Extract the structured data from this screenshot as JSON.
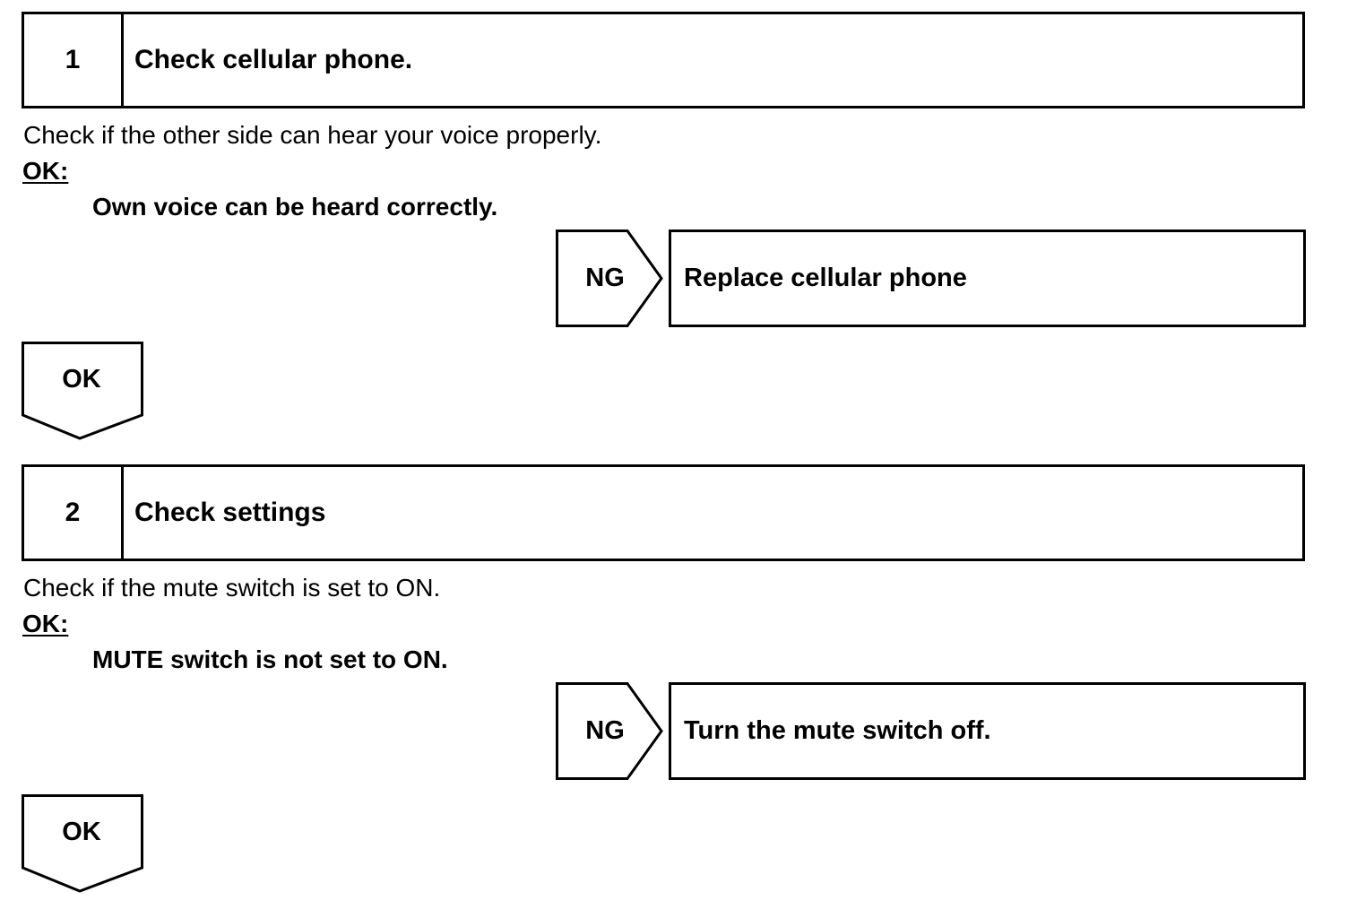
{
  "steps": [
    {
      "number": "1",
      "title": "Check cellular phone.",
      "instruction": "Check if the other side can hear your voice properly.",
      "ok_label": "OK:",
      "ok_criterion": "Own voice can be heard correctly.",
      "ng_label": "NG",
      "ng_action": "Replace cellular phone",
      "next_label": "OK"
    },
    {
      "number": "2",
      "title": "Check settings",
      "instruction": "Check if the mute switch is set to ON.",
      "ok_label": "OK:",
      "ok_criterion": "MUTE switch is not set to ON.",
      "ng_label": "NG",
      "ng_action": "Turn the mute switch off.",
      "next_label": "OK"
    }
  ]
}
